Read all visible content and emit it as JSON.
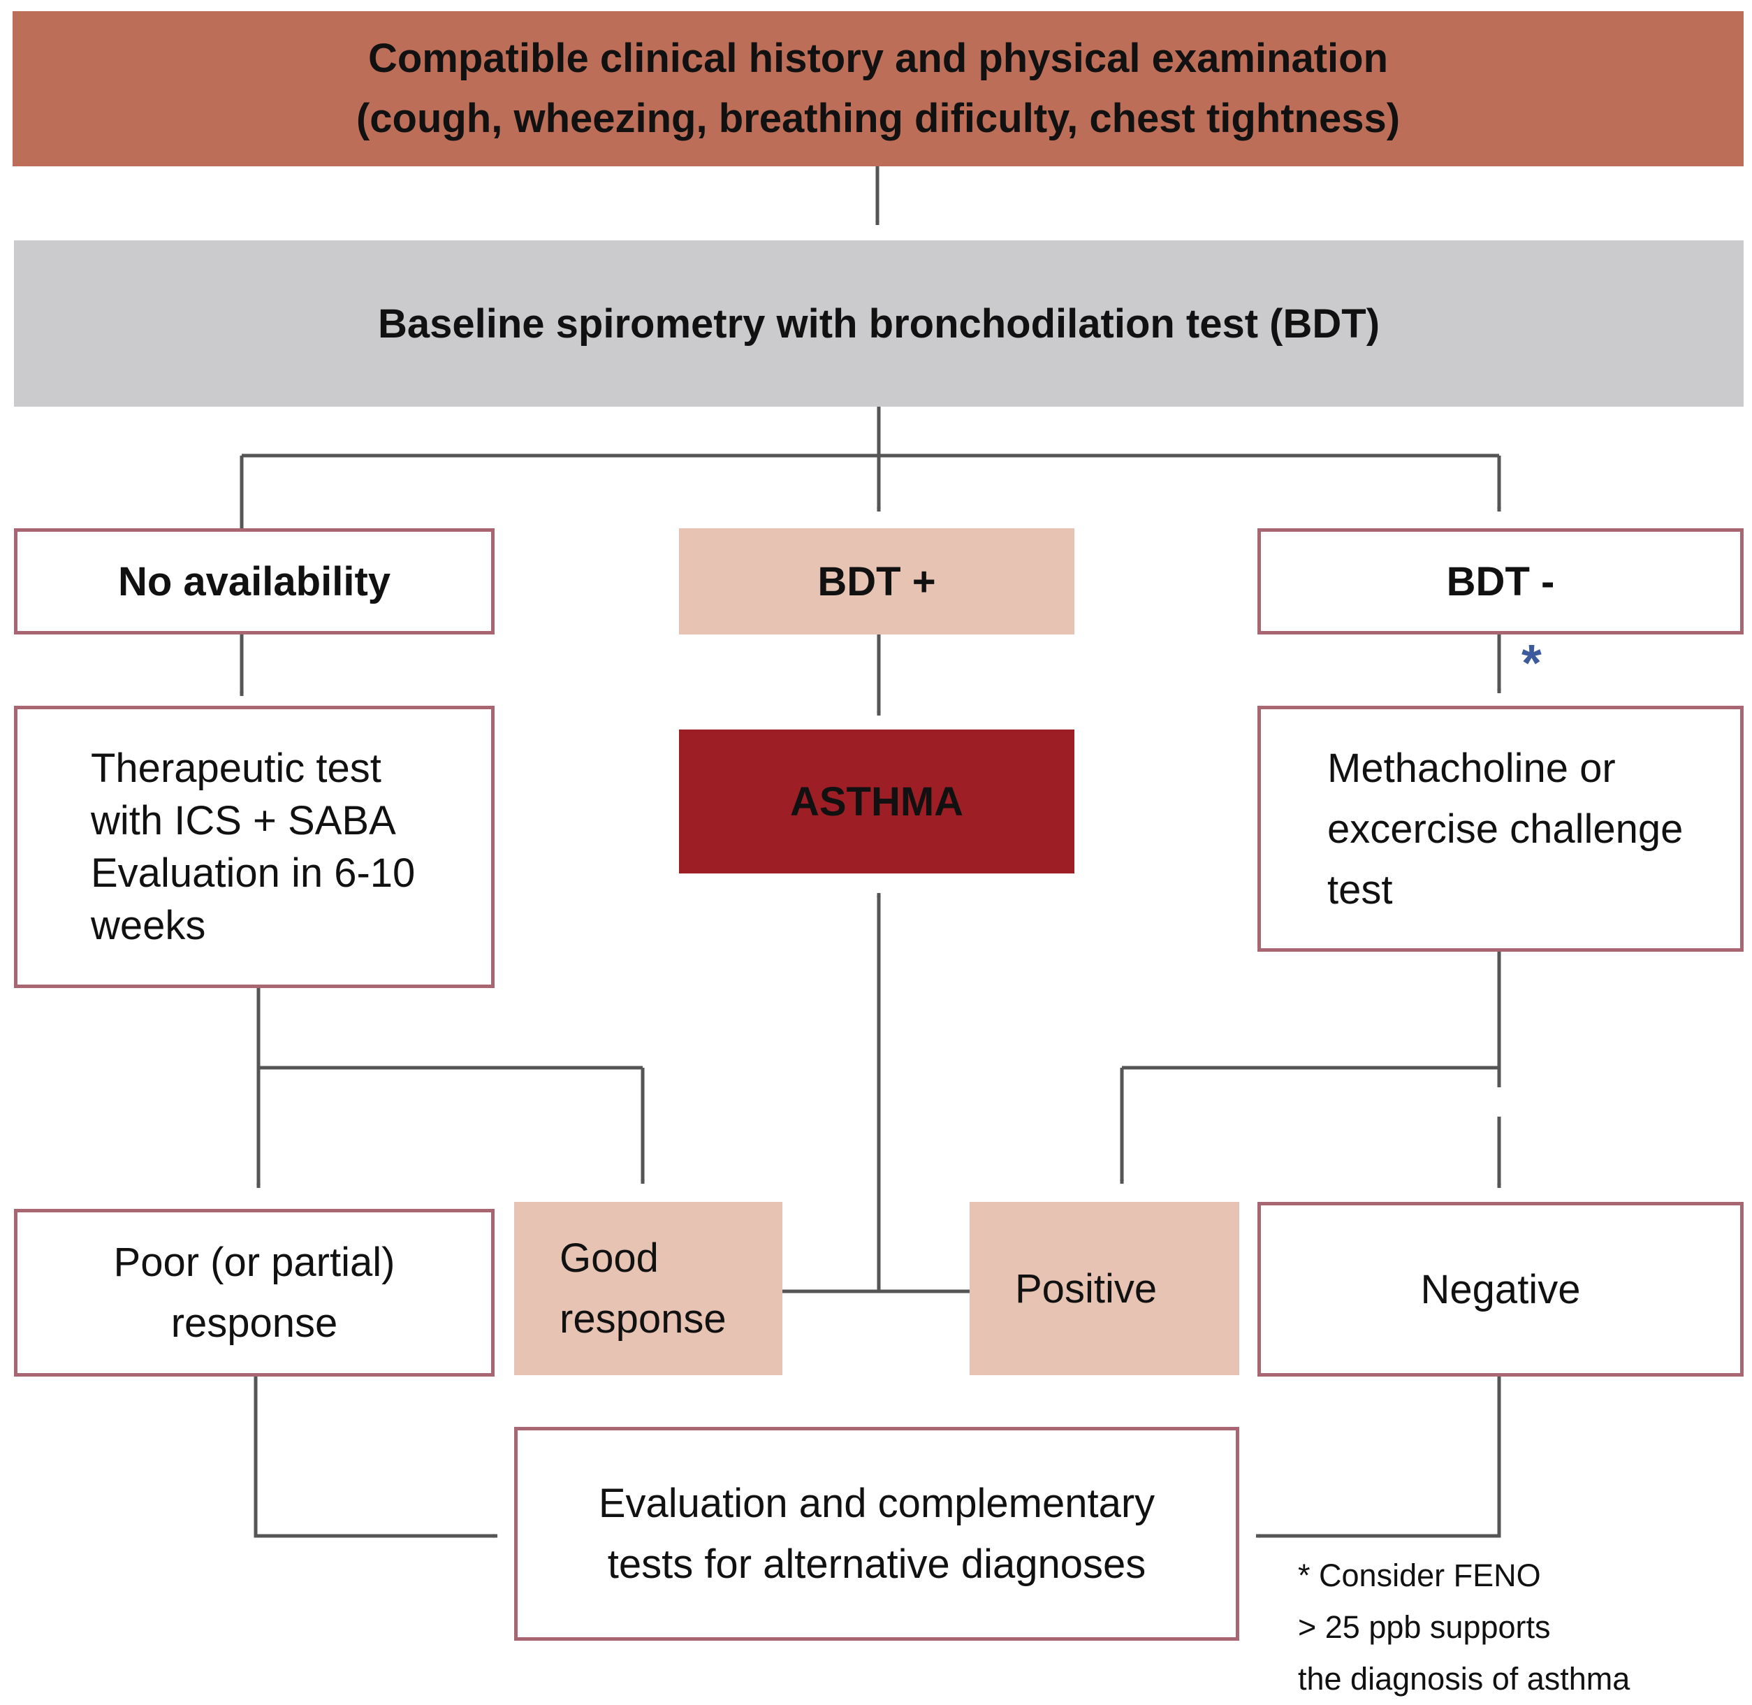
{
  "nodes": {
    "history": {
      "line1": "Compatible clinical history and physical examination",
      "line2": "(cough, wheezing, breathing dificulty, chest tightness)"
    },
    "spirometry": {
      "label": "Baseline spirometry with bronchodilation test (BDT)"
    },
    "no_availability": {
      "label": "No availability"
    },
    "bdt_positive": {
      "label": "BDT +"
    },
    "bdt_negative": {
      "label": "BDT -"
    },
    "therapeutic": {
      "lines": [
        "Therapeutic test",
        "with ICS + SABA",
        "Evaluation in 6-10",
        "weeks"
      ]
    },
    "asthma": {
      "label": "ASTHMA"
    },
    "methacholine": {
      "lines": [
        "Methacholine or",
        "excercise challenge",
        "test"
      ]
    },
    "poor_response": {
      "lines": [
        "Poor (or partial)",
        "response"
      ]
    },
    "good_response": {
      "lines": [
        "Good",
        "response"
      ]
    },
    "positive": {
      "label": "Positive"
    },
    "negative": {
      "label": "Negative"
    },
    "evaluation": {
      "lines": [
        "Evaluation and complementary",
        "tests for alternative diagnoses"
      ]
    }
  },
  "marker": "*",
  "footnote": {
    "lines": [
      "* Consider FENO",
      "> 25 ppb supports",
      "the diagnosis of asthma"
    ]
  },
  "colors": {
    "history_fill": "#bd6e58",
    "spirometry_fill": "#cbcacd",
    "highlight_fill": "#e6c3b3",
    "asthma_fill": "#9d1f25",
    "box_border": "#a86673",
    "connector": "#555555",
    "marker": "#3d5a9c"
  }
}
